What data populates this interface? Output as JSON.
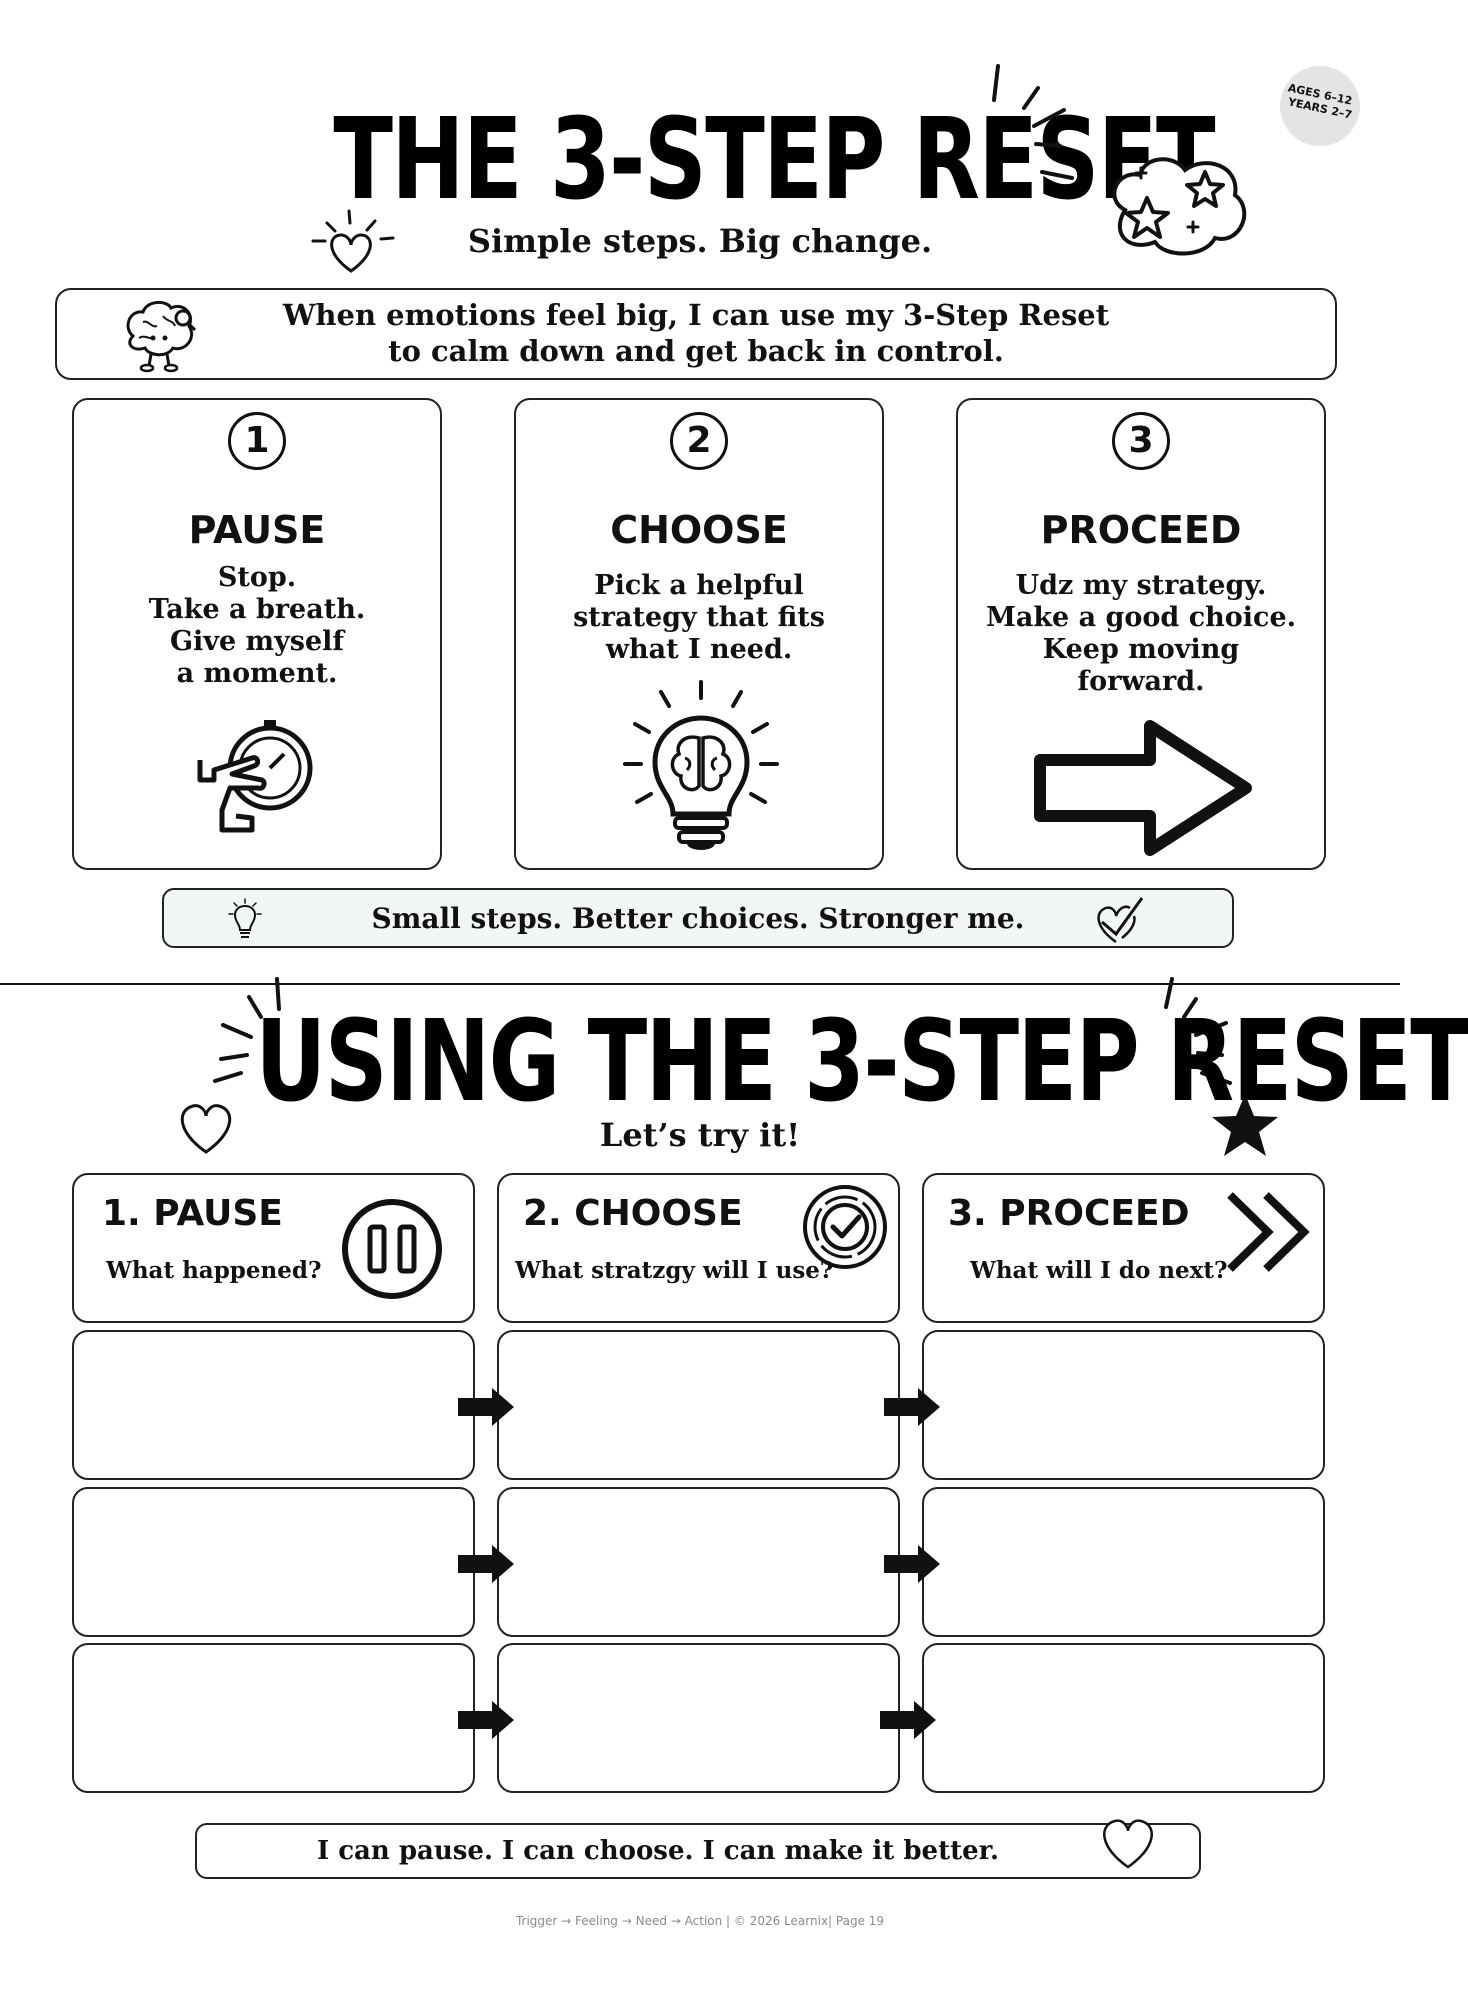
{
  "badge": {
    "line1": "AGES 6–12",
    "line2": "YEARS 2–7"
  },
  "top": {
    "title": "THE 3-STEP RESET",
    "subtitle": "Simple steps. Big change.",
    "intro_lines": [
      "When emotions feel big, I can use my 3-Step Reset",
      "to calm down and get back in control."
    ]
  },
  "steps": [
    {
      "number": "1",
      "heading": "PAUSE",
      "lines": [
        "Stop.",
        "Take a breath.",
        "Give myself",
        "a moment."
      ],
      "icon": "hand-stopwatch-icon"
    },
    {
      "number": "2",
      "heading": "CHOOSE",
      "lines": [
        "Pick a helpful",
        "strategy that fits",
        "what I need."
      ],
      "icon": "brain-lightbulb-icon"
    },
    {
      "number": "3",
      "heading": "PROCEED",
      "lines": [
        "Udz my strategy.",
        "Make a good choice.",
        "Keep moving",
        "forward."
      ],
      "icon": "arrow-right-icon"
    }
  ],
  "banner1": "Small steps. Better choices. Stronger me.",
  "bottom": {
    "title": "USING THE 3-STEP RESET",
    "subtitle": "Let’s try it!",
    "columns": [
      {
        "heading": "1. PAUSE",
        "question": "What happened?",
        "icon": "pause-icon"
      },
      {
        "heading": "2. CHOOSE",
        "question": "What stratzgy will I use?",
        "icon": "check-circle-icon"
      },
      {
        "heading": "3. PROCEED",
        "question": "What will I do next?",
        "icon": "double-chevron-icon"
      }
    ],
    "rows": 3
  },
  "banner2": "I can pause. I can choose. I can make it better.",
  "footer": "Trigger → Feeling → Need → Action | © 2026 Learnix| Page 19",
  "colors": {
    "ink": "#111111",
    "banner_bg": "#f3f6f6",
    "footer_text": "#8a8a8a"
  }
}
